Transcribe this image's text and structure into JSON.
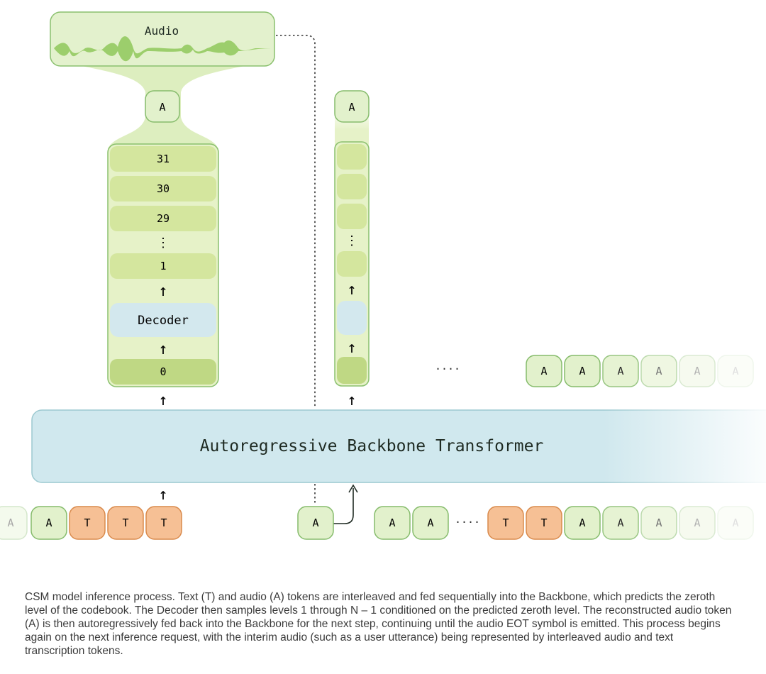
{
  "audio_label": "Audio",
  "audio_token": "A",
  "text_token": "T",
  "ellipsis": "····",
  "decoder": {
    "label": "Decoder",
    "levels": [
      "31",
      "30",
      "29",
      "1",
      "0"
    ],
    "vdots": "⋮"
  },
  "backbone_label": "Autoregressive Backbone Transformer",
  "arrow_glyph": "↑",
  "caption": "CSM model inference process. Text (T) and audio (A) tokens are interleaved and fed sequentially into the Backbone, which predicts the zeroth level of the codebook. The Decoder then samples levels 1 through N – 1 conditioned on the predicted zeroth level. The reconstructed audio token (A) is then autoregressively fed back into the Backbone for the next step, continuing until the audio EOT symbol is emitted. This process begins again on the next inference request, with the interim audio (such as a user utterance) being represented by interleaved audio and text transcription tokens.",
  "colors": {
    "audio_token_fill": "#e2f1cc",
    "audio_token_stroke": "#86bc6c",
    "text_token_fill": "#f6c095",
    "text_token_stroke": "#d98a4c",
    "decoder_fill": "#d3e8ee",
    "level_fill": "#d4e69e",
    "level_zero_fill": "#bfd884",
    "column_fill": "#e6f2c8",
    "backbone_fill": "#d0e8ee",
    "backbone_stroke": "#9cc9d0"
  }
}
